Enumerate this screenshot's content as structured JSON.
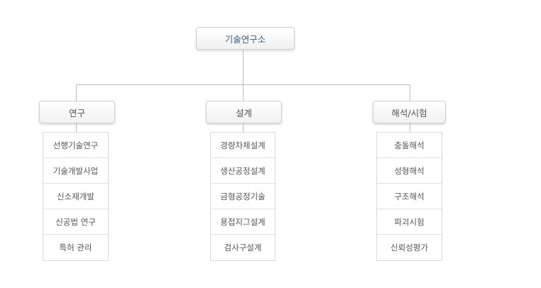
{
  "org": {
    "root": "기술연구소",
    "departments": [
      {
        "title": "연구",
        "items": [
          "선행기술연구",
          "기술개발사업",
          "신소재개발",
          "신공법 연구",
          "특허 관리"
        ]
      },
      {
        "title": "설계",
        "items": [
          "경량차체설계",
          "생산공정설계",
          "금형공정기술",
          "용접지그설계",
          "검사구설계"
        ]
      },
      {
        "title": "해석/시험",
        "items": [
          "충돌해석",
          "성형해석",
          "구조해석",
          "파괴시험",
          "신뢰성평가"
        ]
      }
    ]
  }
}
